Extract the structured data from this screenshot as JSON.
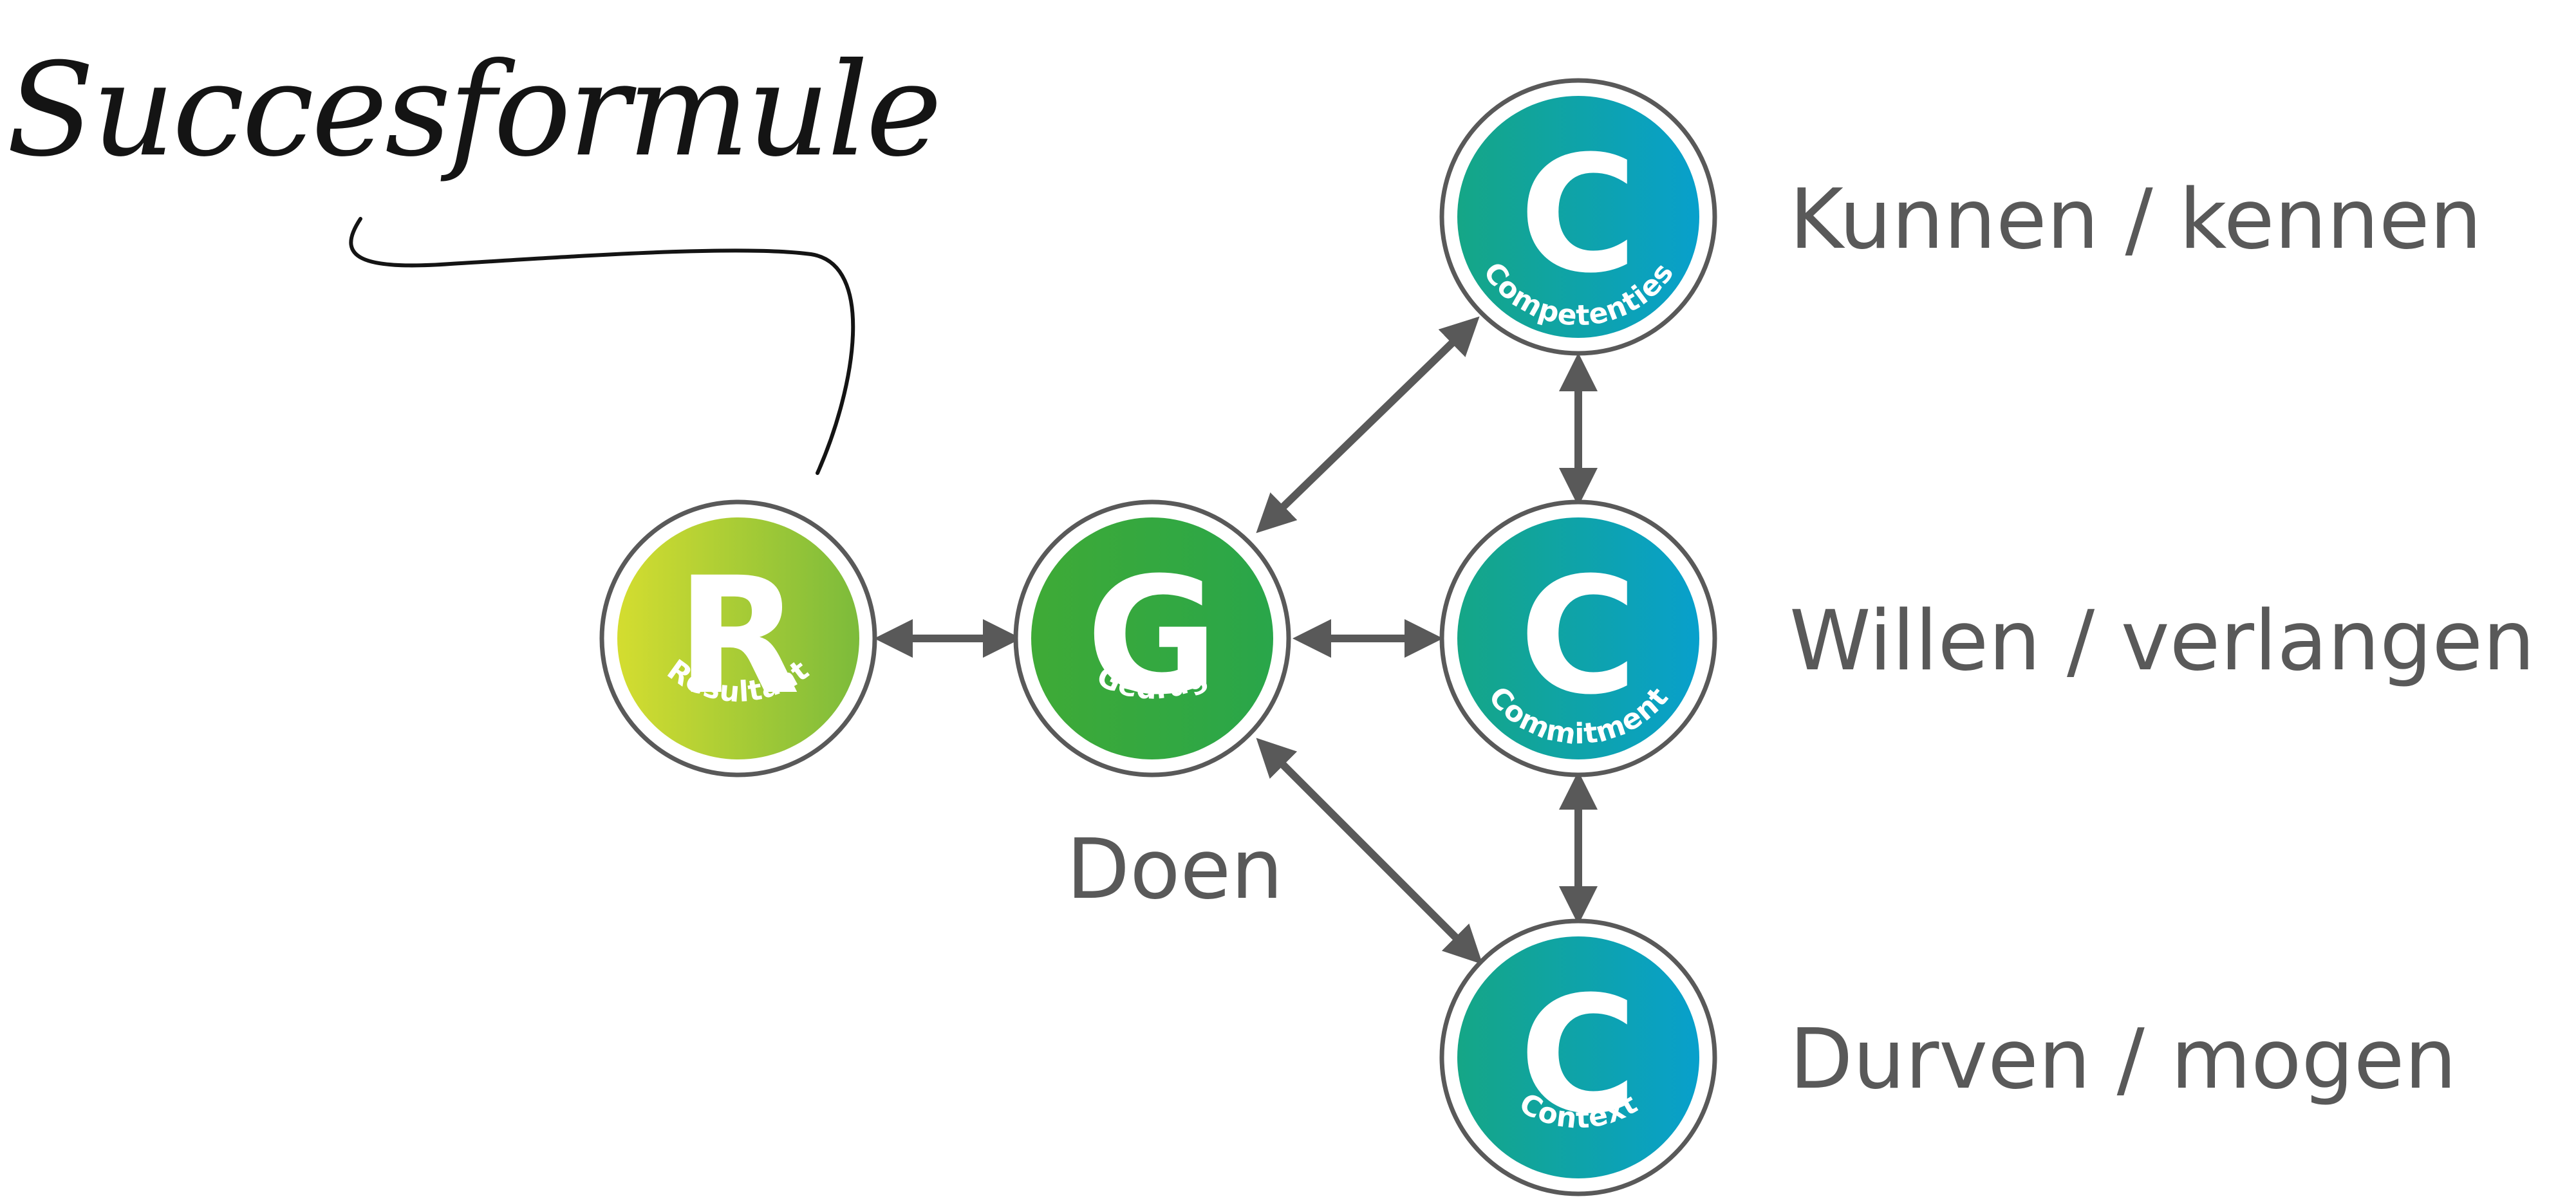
{
  "title": "Succesformule",
  "colors": {
    "arrow": "#595959",
    "ring": "#595959",
    "text": "#595959",
    "resultaat": [
      "#d2dc32",
      "#7ebc3a"
    ],
    "gedrag": [
      "#3aa83a",
      "#2fa84a"
    ],
    "teal": [
      "#17a68a",
      "#0aa1c8"
    ]
  },
  "nodes": {
    "resultaat": {
      "letter": "R",
      "sub": "Resultaat"
    },
    "gedrag": {
      "letter": "G",
      "sub": "Gedrag",
      "caption": "Doen"
    },
    "competenties": {
      "letter": "C",
      "sub": "Competenties",
      "caption": "Kunnen / kennen"
    },
    "commitment": {
      "letter": "C",
      "sub": "Commitment",
      "caption": "Willen / verlangen"
    },
    "context": {
      "letter": "C",
      "sub": "Context",
      "caption": "Durven / mogen"
    }
  }
}
